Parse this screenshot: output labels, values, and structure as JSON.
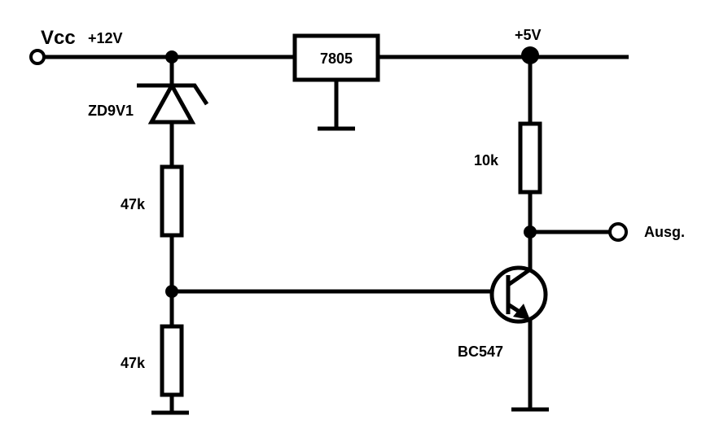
{
  "labels": {
    "vcc": "Vcc",
    "vcc_voltage": "+12V",
    "regulator": "7805",
    "output_voltage": "+5V",
    "zener": "ZD9V1",
    "resistor_top": "47k",
    "resistor_bottom": "47k",
    "resistor_collector": "10k",
    "output": "Ausg.",
    "transistor": "BC547"
  }
}
